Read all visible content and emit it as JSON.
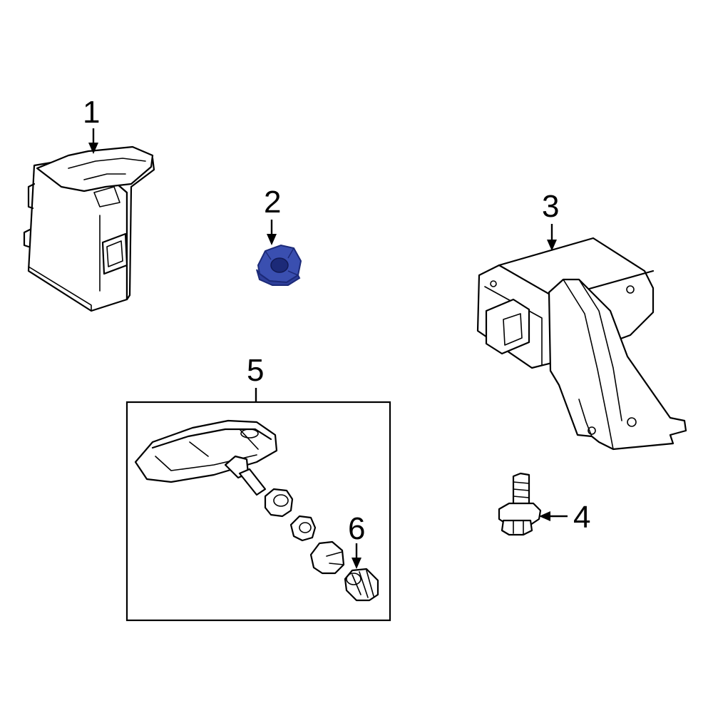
{
  "callouts": [
    {
      "id": "1",
      "label": "1"
    },
    {
      "id": "2",
      "label": "2"
    },
    {
      "id": "3",
      "label": "3"
    },
    {
      "id": "4",
      "label": "4"
    },
    {
      "id": "5",
      "label": "5"
    },
    {
      "id": "6",
      "label": "6"
    }
  ],
  "colors": {
    "highlight": "#3a4fb0",
    "highlight_dark": "#1c2a78",
    "line": "#000000",
    "background": "#ffffff"
  }
}
